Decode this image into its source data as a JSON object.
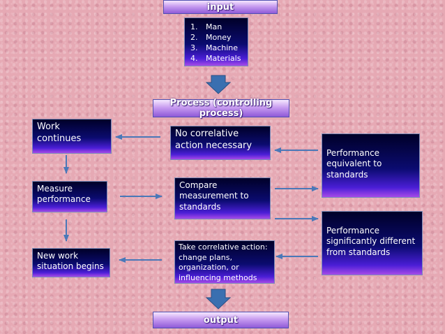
{
  "title_input": "input",
  "inputs": [
    "Man",
    "Money",
    "Machine",
    "Materials"
  ],
  "title_process": "Process (controlling process)",
  "title_output": "output",
  "nodes": {
    "work_continues": "Work continues",
    "no_correlative": "No correlative action necessary",
    "measure": "Measure performance",
    "compare": "Compare measurement to standards",
    "perf_equivalent": "Performance equivalent to standards",
    "perf_different": "Performance significantly different from standards",
    "new_work": "New work situation begins",
    "take_action": "Take correlative action: change plans, organization, or influencing methods"
  },
  "colors": {
    "arrow": "#4a78b8",
    "box_top": "#000028",
    "box_bottom": "#a64ae8"
  }
}
